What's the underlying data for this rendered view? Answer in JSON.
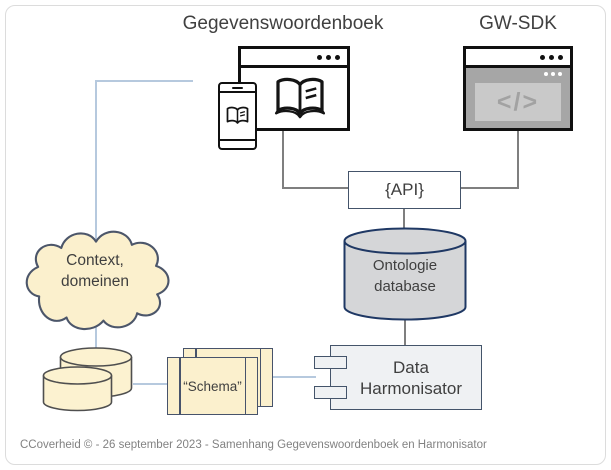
{
  "titles": {
    "dictionary": "Gegevenswoordenboek",
    "sdk": "GW-SDK"
  },
  "api_box": {
    "label": "{API}"
  },
  "sdk_window": {
    "code_glyph": "</>"
  },
  "ontology_db": {
    "lines": [
      "Ontologie",
      "database"
    ]
  },
  "harmonisator": {
    "lines": [
      "Data",
      "Harmonisator"
    ]
  },
  "cloud": {
    "lines": [
      "Context,",
      "domeinen"
    ]
  },
  "schema": {
    "label": "“Schema”"
  },
  "footer": {
    "text": "CCoverheid © - 26 september 2023 - Samenhang Gegevenswoordenboek en Harmonisator"
  },
  "icons": {
    "dictionary_app": "open-book-icon",
    "mobile_app": "open-book-icon",
    "sdk_code": "code-brackets-icon"
  },
  "colors": {
    "accent_border": "#44546a",
    "db_border": "#1f3864",
    "cream_fill": "#fbf0cd",
    "db_fill": "#d5d6d8",
    "component_fill": "#eff1f3",
    "sdk_gray": "#a6a6a6",
    "connector_gray": "#7f7f7f",
    "connector_blue": "#b6c9de",
    "text_dark": "#3f3f3f",
    "footer_text": "#828282"
  }
}
